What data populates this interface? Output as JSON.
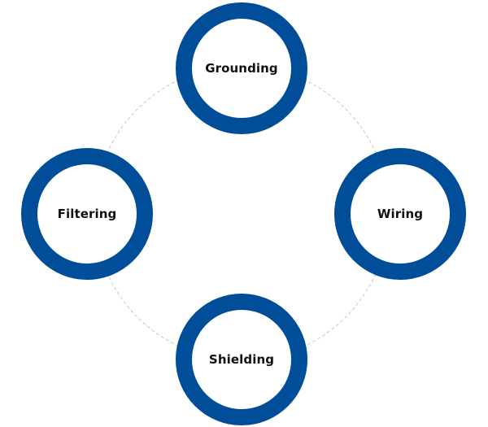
{
  "nodes": [
    {
      "id": "top",
      "label": "Grounding"
    },
    {
      "id": "right",
      "label": "Wiring"
    },
    {
      "id": "bottom",
      "label": "Shielding"
    },
    {
      "id": "left",
      "label": "Filtering"
    }
  ],
  "colors": {
    "ring": "#004d99",
    "connector": "#c8c8c8",
    "label": "#111111",
    "background": "#ffffff"
  }
}
